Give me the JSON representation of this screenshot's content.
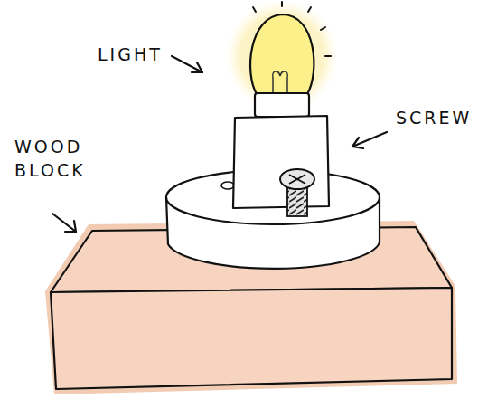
{
  "diagram": {
    "labels": [
      "LIGHT",
      "SCREW",
      "WOOD BLOCK"
    ]
  }
}
